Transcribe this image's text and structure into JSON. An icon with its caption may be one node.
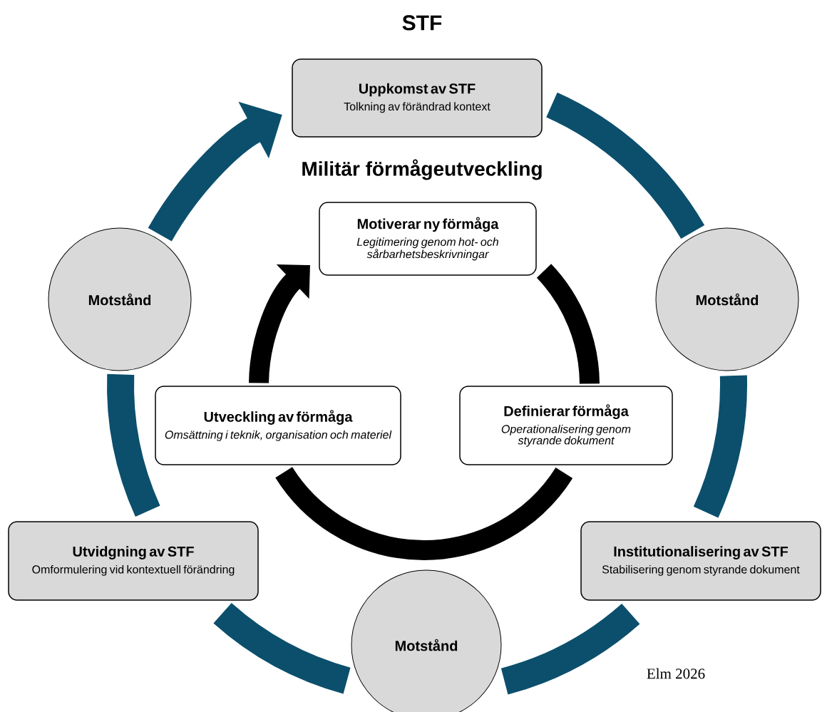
{
  "diagram": {
    "title": "STF",
    "nodes": [
      {
        "text": [
          "Uppkomst av STF",
          "Tolkning av förändrad kontext"
        ]
      },
      {
        "text": [
          "Motiverar ny förmåga",
          "Legitimering genom hot- och sårbarhetsbeskrivningar"
        ]
      },
      {
        "text": [
          "Motstånd"
        ]
      },
      {
        "text": [
          "Motstånd"
        ]
      },
      {
        "text": [
          "Utveckling av förmåga",
          "Omsättning i teknik, organisation och materiel"
        ]
      },
      {
        "text": [
          "Definierar förmåga",
          "Operationalisering genom styrande dokument"
        ]
      },
      {
        "text": [
          "Utvidgning av STF",
          "Omformulering vid kontextuell förändring"
        ]
      },
      {
        "text": [
          "Institutionalisering av STF",
          "Stabilisering genom styrande dokument"
        ]
      },
      {
        "text": [
          "Motstånd"
        ]
      }
    ],
    "edges": [
      {
        "from": 0,
        "to": 3,
        "arrow": "none",
        "color": "#0b4f6c"
      },
      {
        "from": 3,
        "to": 7,
        "arrow": "none",
        "color": "#0b4f6c"
      },
      {
        "from": 7,
        "to": 8,
        "arrow": "none",
        "color": "#0b4f6c"
      },
      {
        "from": 8,
        "to": 6,
        "arrow": "none",
        "color": "#0b4f6c"
      },
      {
        "from": 6,
        "to": 2,
        "arrow": "none",
        "color": "#0b4f6c"
      },
      {
        "from": 2,
        "to": 0,
        "arrow": "to",
        "color": "#0b4f6c"
      },
      {
        "from": 1,
        "to": 5,
        "arrow": "none",
        "color": "#000000"
      },
      {
        "from": 5,
        "to": 4,
        "arrow": "none",
        "color": "#000000"
      },
      {
        "from": 4,
        "to": 1,
        "arrow": "to",
        "color": "#000000"
      }
    ],
    "labels": [
      "Militär förmågeutveckling",
      "Elm 2026"
    ]
  }
}
